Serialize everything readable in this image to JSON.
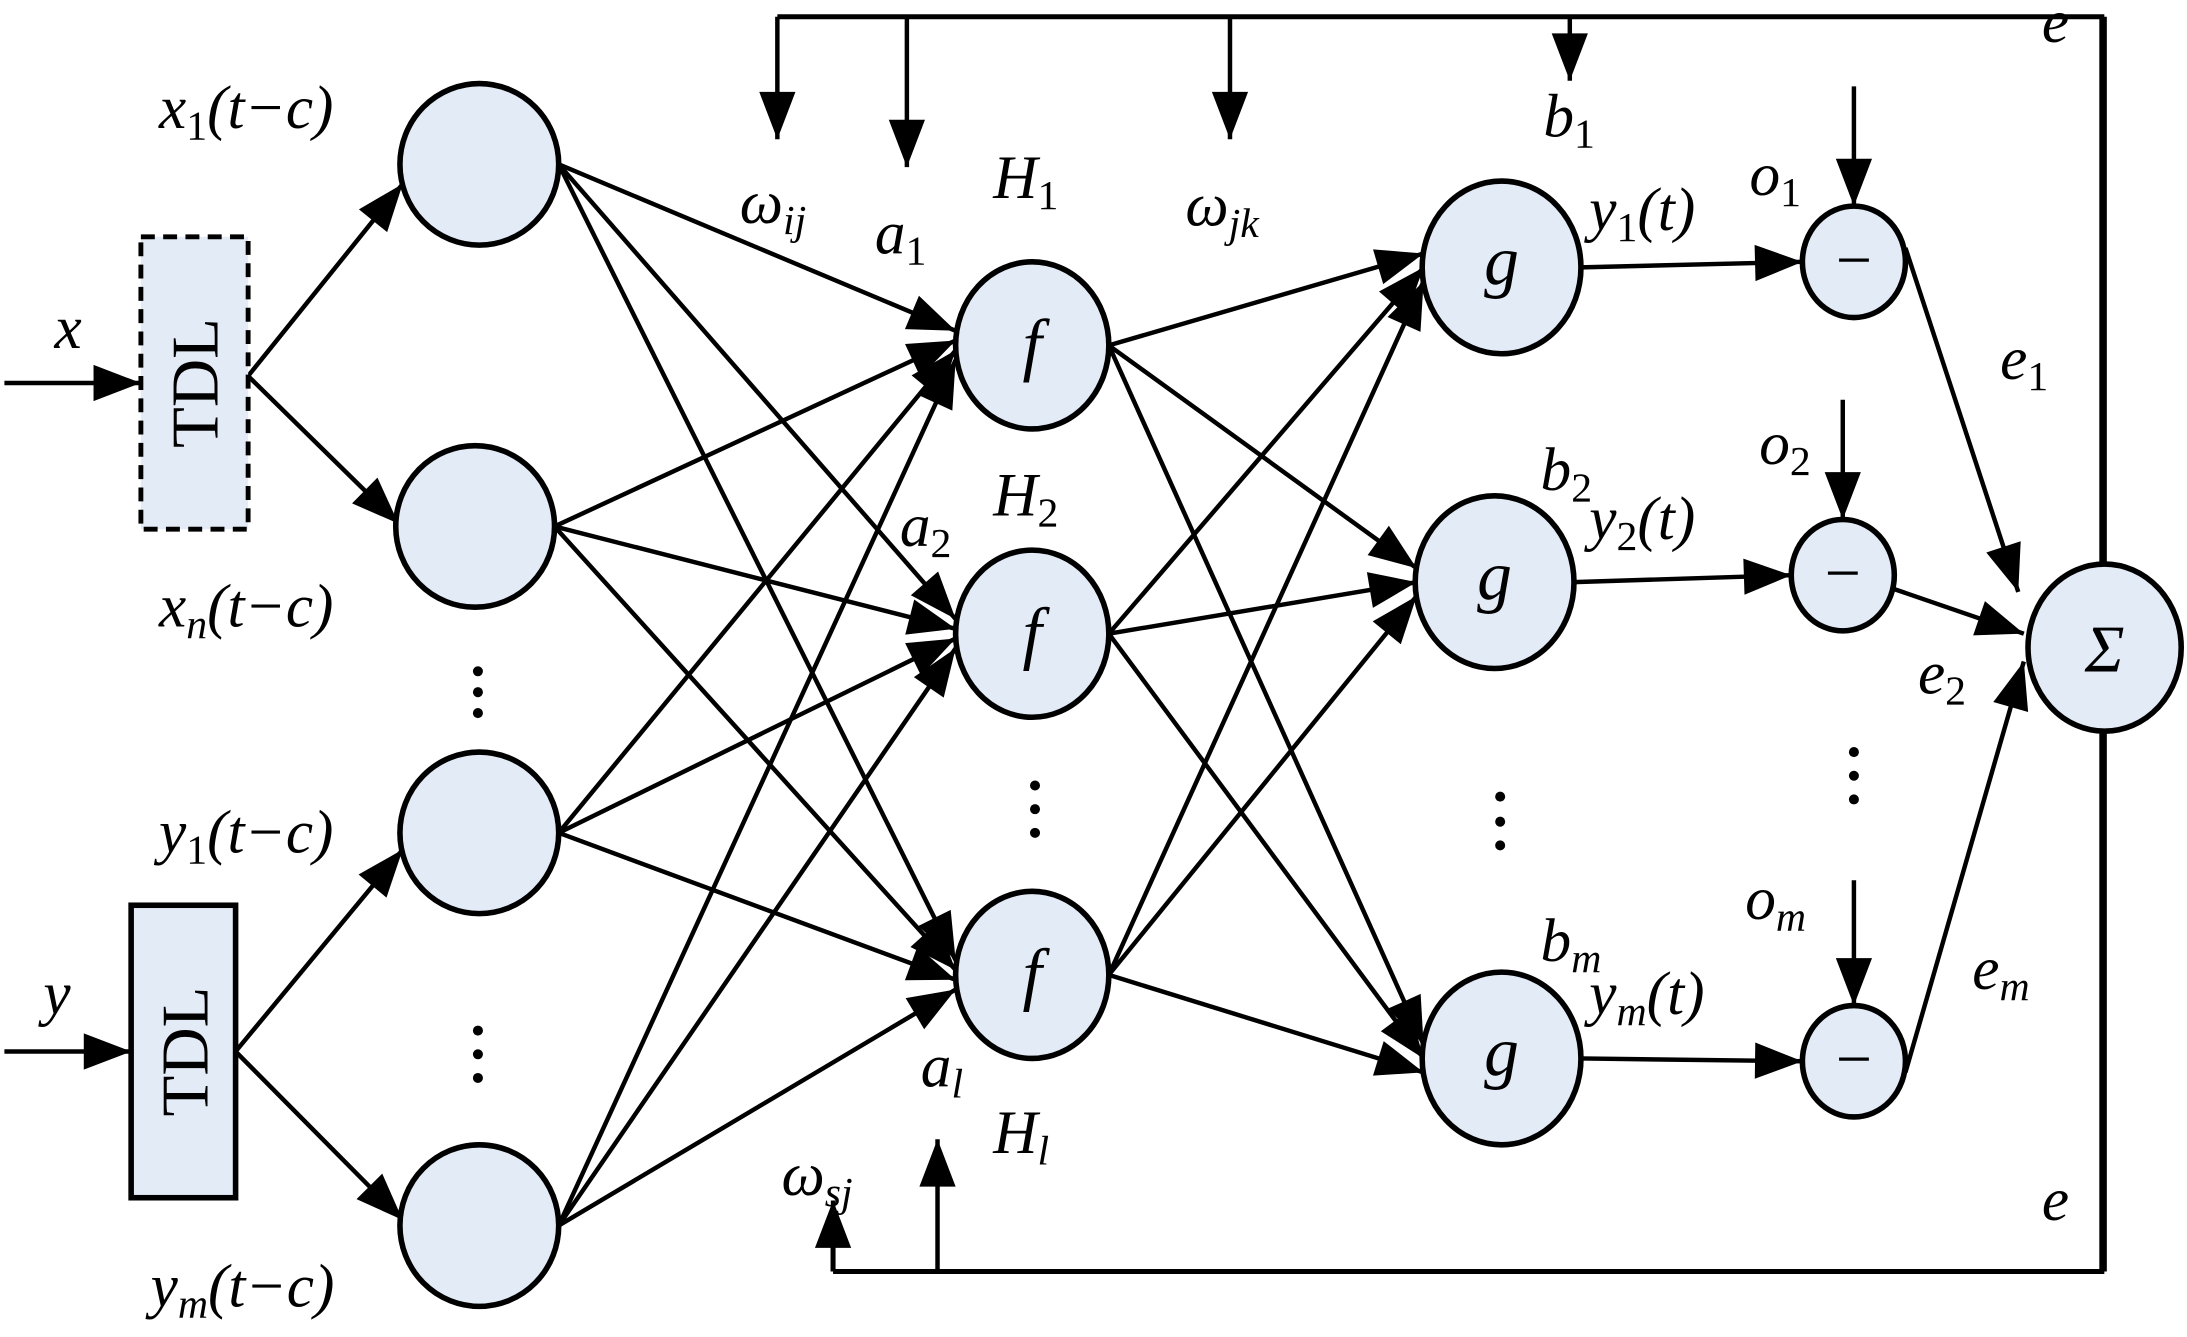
{
  "diagram": {
    "title": "TDL recurrent neural network (NARX-style) with error feedback",
    "colors": {
      "node_fill": "#e3ebf7",
      "stroke": "#000000",
      "background": "#ffffff"
    },
    "inputs": [
      {
        "id": "x",
        "label": "x",
        "delay_block": "TDL",
        "delay_style": "dashed"
      },
      {
        "id": "y",
        "label": "y",
        "delay_block": "TDL",
        "delay_style": "solid"
      }
    ],
    "input_layer": {
      "nodes": [
        {
          "id": "in1",
          "label": {
            "base": "x",
            "sub": "1",
            "rest": "(t−c)"
          }
        },
        {
          "id": "in2",
          "label": {
            "base": "x",
            "sub": "n",
            "rest": "(t−c)"
          }
        },
        {
          "id": "in3",
          "label": {
            "base": "y",
            "sub": "1",
            "rest": "(t−c)"
          }
        },
        {
          "id": "in4",
          "label": {
            "base": "y",
            "sub": "m",
            "rest": "(t−c)"
          }
        }
      ],
      "ellipsis": "⋮"
    },
    "hidden_layer": {
      "nodes": [
        {
          "id": "h1",
          "symbol": "f",
          "name": {
            "base": "H",
            "sub": "1"
          },
          "bias": {
            "base": "a",
            "sub": "1"
          }
        },
        {
          "id": "h2",
          "symbol": "f",
          "name": {
            "base": "H",
            "sub": "2"
          },
          "bias": {
            "base": "a",
            "sub": "2"
          }
        },
        {
          "id": "hl",
          "symbol": "f",
          "name": {
            "base": "H",
            "sub": "l"
          },
          "bias": {
            "base": "a",
            "sub": "l"
          }
        }
      ],
      "ellipsis": "⋮"
    },
    "output_layer": {
      "nodes": [
        {
          "id": "g1",
          "symbol": "g",
          "bias": {
            "base": "b",
            "sub": "1"
          },
          "output": {
            "base": "y",
            "sub": "1",
            "rest": "(t)"
          }
        },
        {
          "id": "g2",
          "symbol": "g",
          "bias": {
            "base": "b",
            "sub": "2"
          },
          "output": {
            "base": "y",
            "sub": "2",
            "rest": "(t)"
          }
        },
        {
          "id": "gm",
          "symbol": "g",
          "bias": {
            "base": "b",
            "sub": "m"
          },
          "output": {
            "base": "y",
            "sub": "m",
            "rest": "(t)"
          }
        }
      ],
      "ellipsis": "⋮"
    },
    "comparators": {
      "nodes": [
        {
          "id": "c1",
          "symbol": "−",
          "target": {
            "base": "o",
            "sub": "1"
          },
          "error": {
            "base": "e",
            "sub": "1"
          }
        },
        {
          "id": "c2",
          "symbol": "−",
          "target": {
            "base": "o",
            "sub": "2"
          },
          "error": {
            "base": "e",
            "sub": "2"
          }
        },
        {
          "id": "cm",
          "symbol": "−",
          "target": {
            "base": "o",
            "sub": "m"
          },
          "error": {
            "base": "e",
            "sub": "m"
          }
        }
      ],
      "ellipsis": "⋮"
    },
    "sum_node": {
      "symbol": "Σ"
    },
    "feedback": {
      "label_top": "e",
      "label_bottom": "e",
      "weights": {
        "w_ij": {
          "base": "ω",
          "sub": "ij"
        },
        "w_jk": {
          "base": "ω",
          "sub": "jk"
        },
        "w_sj": {
          "base": "ω",
          "sub": "sj"
        }
      }
    }
  }
}
